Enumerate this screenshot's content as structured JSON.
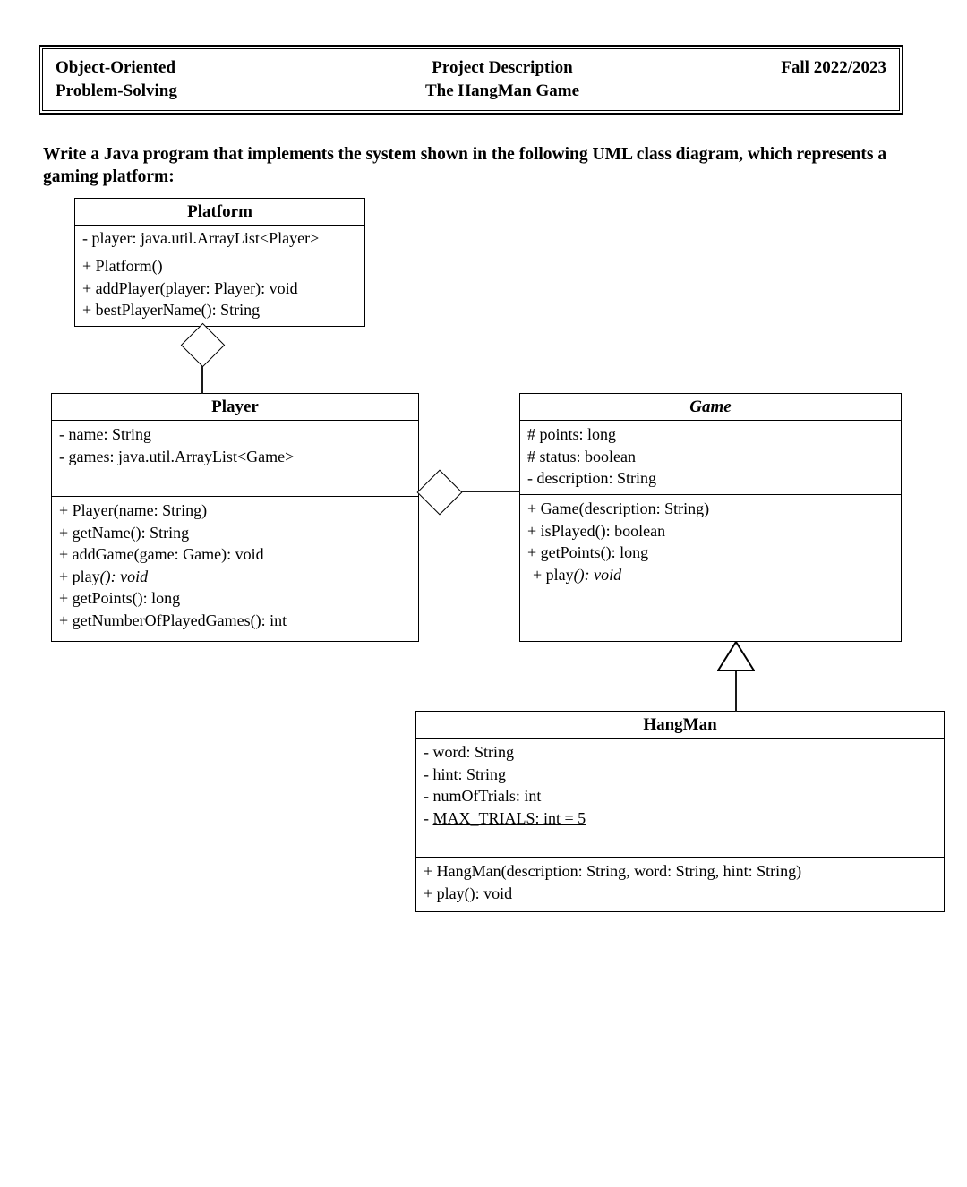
{
  "header": {
    "left_lines": [
      "Object-Oriented",
      "Problem-Solving"
    ],
    "left_text": "Object-Oriented\nProblem-Solving",
    "center_lines": [
      "Project Description",
      "The HangMan Game"
    ],
    "center_text": "Project Description\nThe HangMan Game",
    "right_text": "Fall 2022/2023"
  },
  "intro": {
    "text": "Write a Java program that implements the system shown in the following UML class diagram, which represents a gaming platform:"
  },
  "diagram": {
    "classes": {
      "platform": {
        "name": "Platform",
        "abstract": false,
        "attributes": [
          {
            "text": "- player: java.util.ArrayList<Player>",
            "static": false,
            "italic": false
          }
        ],
        "methods": [
          {
            "text": "+ Platform()",
            "italic": false
          },
          {
            "text": "+ addPlayer(player: Player): void",
            "italic": false
          },
          {
            "text": "+ bestPlayerName(): String",
            "italic": false
          }
        ]
      },
      "player": {
        "name": "Player",
        "abstract": false,
        "attributes": [
          {
            "text": "- name: String",
            "static": false,
            "italic": false
          },
          {
            "text": "- games: java.util.ArrayList<Game>",
            "static": false,
            "italic": false
          }
        ],
        "methods": [
          {
            "text": "+ Player(name: String)",
            "italic": false
          },
          {
            "text": "+ getName(): String",
            "italic": false
          },
          {
            "text": "+ addGame(game: Game): void",
            "italic": false
          },
          {
            "text": "+ play",
            "italic_suffix": "(): void",
            "italic": true
          },
          {
            "text": "+ getPoints(): long",
            "italic": false
          },
          {
            "text": "+ getNumberOfPlayedGames(): int",
            "italic": false
          }
        ]
      },
      "game": {
        "name": "Game",
        "abstract": true,
        "attributes": [
          {
            "text": "# points: long",
            "static": false,
            "italic": false
          },
          {
            "text": "# status: boolean",
            "static": false,
            "italic": false
          },
          {
            "text": "- description: String",
            "static": false,
            "italic": false
          }
        ],
        "methods": [
          {
            "text": "+ Game(description: String)",
            "italic": false
          },
          {
            "text": "+ isPlayed(): boolean",
            "italic": false
          },
          {
            "text": "+ getPoints(): long",
            "italic": false
          },
          {
            "text": "+ play",
            "italic_suffix": "(): void",
            "italic": true
          }
        ]
      },
      "hangman": {
        "name": "HangMan",
        "abstract": false,
        "attributes": [
          {
            "text": "- word: String",
            "static": false,
            "italic": false
          },
          {
            "text": "- hint: String",
            "static": false,
            "italic": false
          },
          {
            "text": "- numOfTrials: int",
            "static": false,
            "italic": false
          },
          {
            "text": "- ",
            "static_text": "MAX_TRIALS: int = 5",
            "static": true,
            "italic": false
          }
        ],
        "methods": [
          {
            "text": "+ HangMan(description: String, word: String, hint: String)",
            "italic": false
          },
          {
            "text": "+ play(): void",
            "italic": false
          }
        ]
      }
    },
    "relationships": [
      {
        "type": "aggregation",
        "from": "Platform",
        "to": "Player",
        "marker": "hollow-diamond"
      },
      {
        "type": "aggregation",
        "from": "Player",
        "to": "Game",
        "marker": "hollow-diamond"
      },
      {
        "type": "generalization",
        "from": "HangMan",
        "to": "Game",
        "marker": "hollow-triangle"
      }
    ]
  },
  "colors": {
    "ink": "#000000",
    "page": "#ffffff",
    "line": "#1a1a1a"
  }
}
